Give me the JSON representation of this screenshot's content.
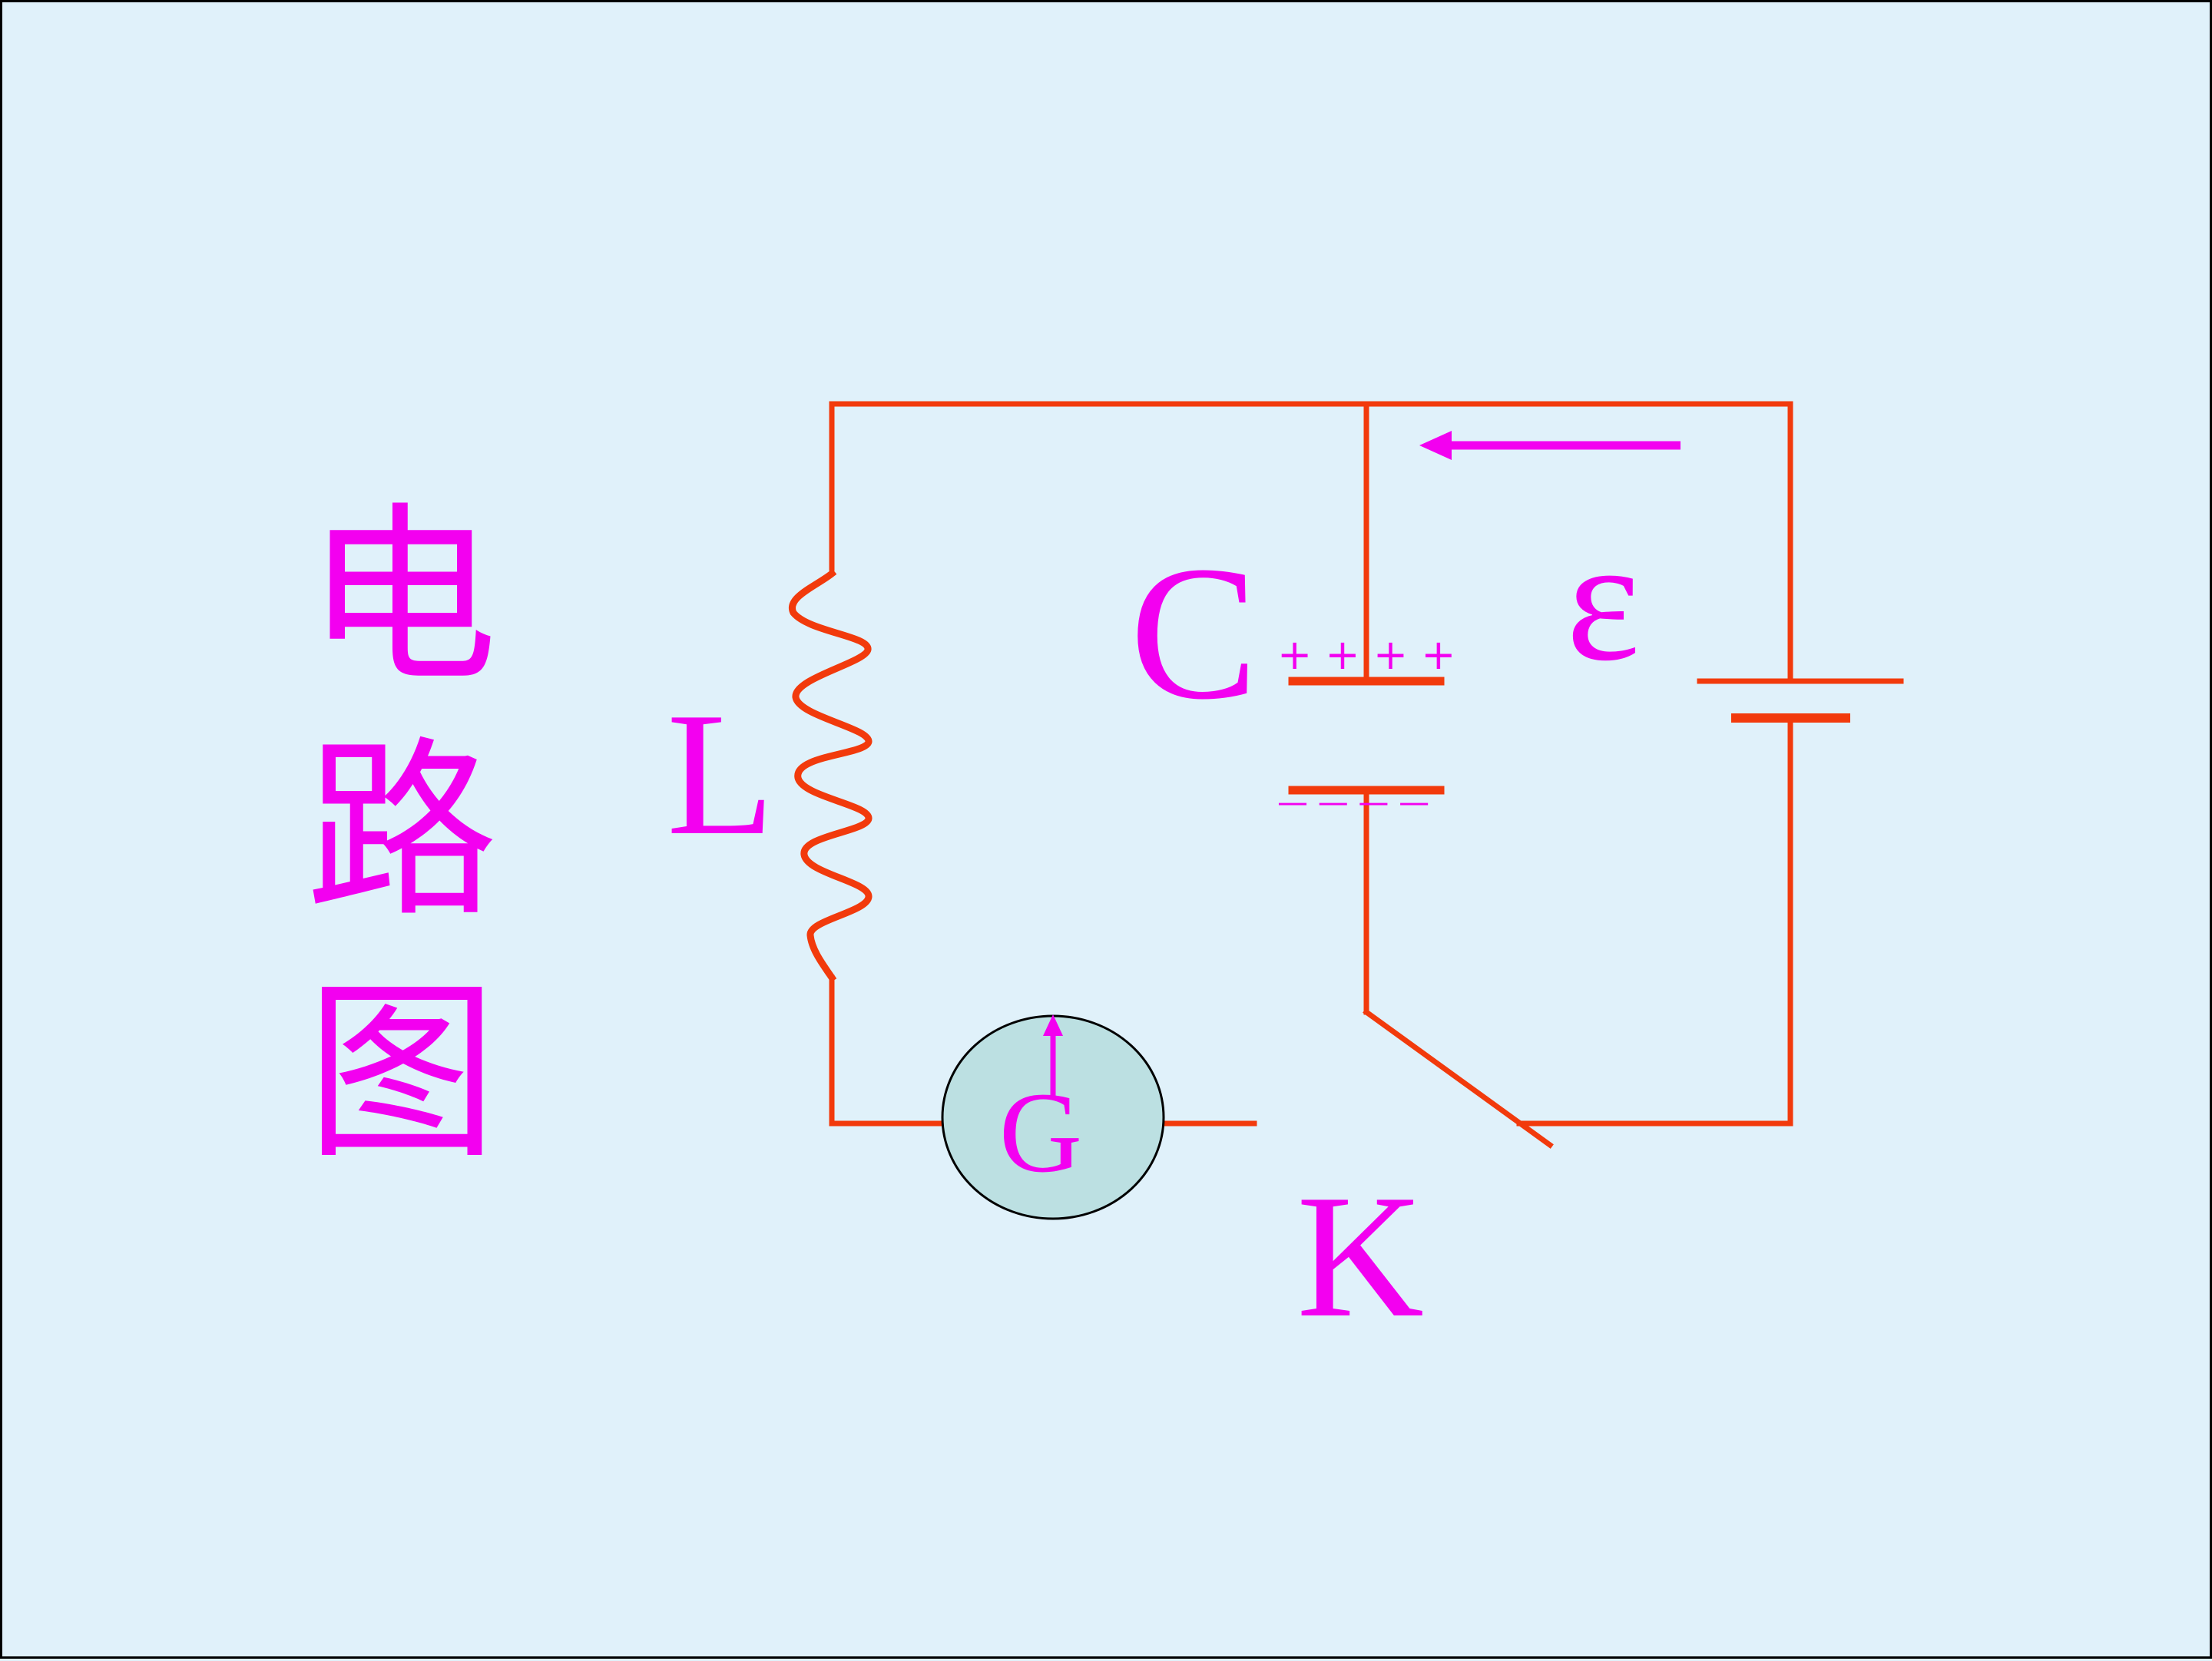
{
  "title": {
    "chars": [
      "电",
      "路",
      "图"
    ]
  },
  "labels": {
    "inductor": "L",
    "capacitor": "C",
    "emf": "ε",
    "switch": "K",
    "galvanometer": "G",
    "plus_signs": "+ + + +",
    "minus_signs": "— — — —"
  },
  "colors": {
    "background": "#E0F1FA",
    "wire": "#F23A0C",
    "label": "#F300F0",
    "galvanometer_fill": "#BCE0E2"
  }
}
